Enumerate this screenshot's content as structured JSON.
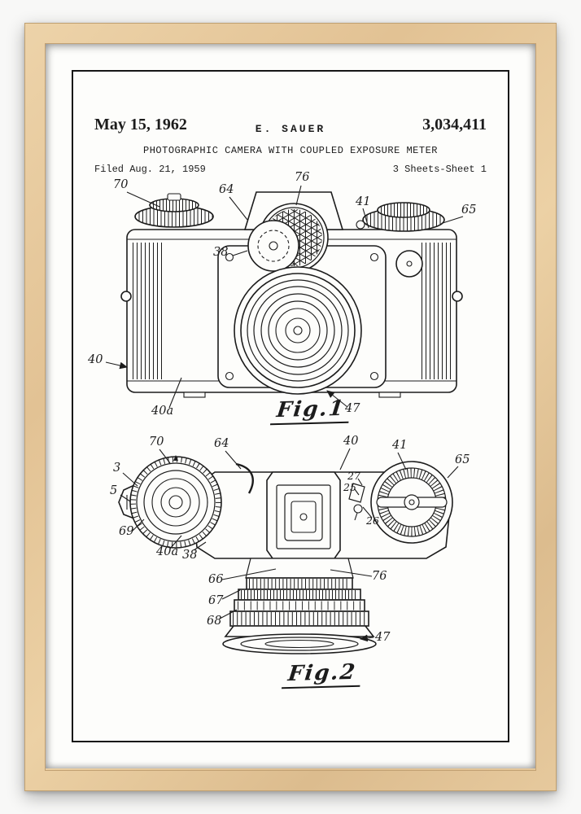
{
  "header": {
    "date": "May 15, 1962",
    "inventor": "E. SAUER",
    "patent_number": "3,034,411",
    "title": "PHOTOGRAPHIC CAMERA WITH COUPLED EXPOSURE METER",
    "filed": "Filed Aug. 21, 1959",
    "sheet": "3 Sheets-Sheet 1"
  },
  "fig1": {
    "caption": "Fig.1",
    "labels": [
      "70",
      "64",
      "76",
      "41",
      "65",
      "38",
      "40",
      "40a",
      "47"
    ]
  },
  "fig2": {
    "caption": "Fig.2",
    "labels": [
      "3",
      "70",
      "64",
      "40",
      "41",
      "65",
      "5",
      "27",
      "25",
      "26",
      "69",
      "40a",
      "38",
      "66",
      "76",
      "67",
      "68",
      "47"
    ]
  },
  "colors": {
    "ink": "#1c1c1c",
    "paper": "#fdfdfb",
    "frame_wood": "#e2c294"
  }
}
